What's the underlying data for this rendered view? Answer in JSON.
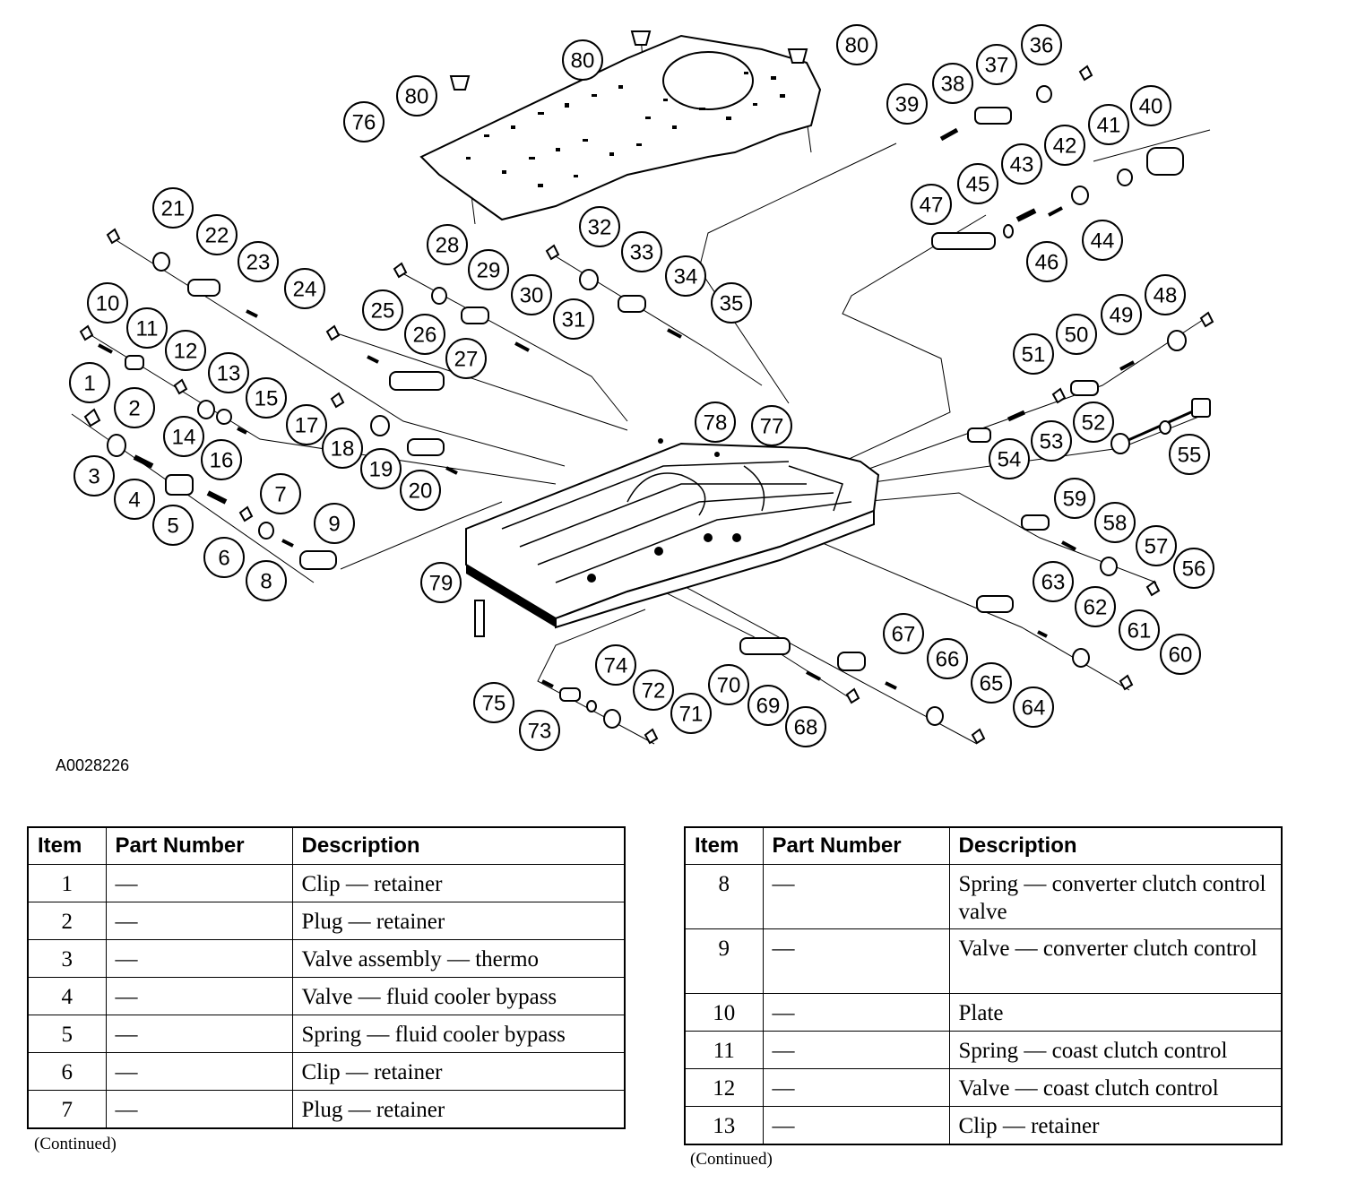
{
  "figure_id": "A0028226",
  "callouts": [
    "1",
    "2",
    "3",
    "4",
    "5",
    "6",
    "7",
    "8",
    "9",
    "10",
    "11",
    "12",
    "13",
    "14",
    "15",
    "16",
    "17",
    "18",
    "19",
    "20",
    "21",
    "22",
    "23",
    "24",
    "25",
    "26",
    "27",
    "28",
    "29",
    "30",
    "31",
    "32",
    "33",
    "34",
    "35",
    "36",
    "37",
    "38",
    "39",
    "40",
    "41",
    "42",
    "43",
    "44",
    "45",
    "46",
    "47",
    "48",
    "49",
    "50",
    "51",
    "52",
    "53",
    "54",
    "55",
    "56",
    "57",
    "58",
    "59",
    "60",
    "61",
    "62",
    "63",
    "64",
    "65",
    "66",
    "67",
    "68",
    "69",
    "70",
    "71",
    "72",
    "73",
    "74",
    "75",
    "76",
    "77",
    "78",
    "79",
    "80"
  ],
  "table_headers": {
    "item": "Item",
    "part_number": "Part Number",
    "description": "Description"
  },
  "left_table": [
    {
      "item": "1",
      "part_number": "—",
      "description": "Clip — retainer"
    },
    {
      "item": "2",
      "part_number": "—",
      "description": "Plug — retainer"
    },
    {
      "item": "3",
      "part_number": "—",
      "description": "Valve assembly — thermo"
    },
    {
      "item": "4",
      "part_number": "—",
      "description": "Valve — fluid cooler bypass"
    },
    {
      "item": "5",
      "part_number": "—",
      "description": "Spring — fluid cooler bypass"
    },
    {
      "item": "6",
      "part_number": "—",
      "description": "Clip — retainer"
    },
    {
      "item": "7",
      "part_number": "—",
      "description": "Plug — retainer"
    }
  ],
  "right_table": [
    {
      "item": "8",
      "part_number": "—",
      "description": "Spring — converter clutch control valve"
    },
    {
      "item": "9",
      "part_number": "—",
      "description": "Valve — converter clutch control"
    },
    {
      "item": "10",
      "part_number": "—",
      "description": "Plate"
    },
    {
      "item": "11",
      "part_number": "—",
      "description": "Spring — coast clutch control"
    },
    {
      "item": "12",
      "part_number": "—",
      "description": "Valve — coast clutch control"
    },
    {
      "item": "13",
      "part_number": "—",
      "description": "Clip — retainer"
    }
  ],
  "continued_label": "(Continued)"
}
